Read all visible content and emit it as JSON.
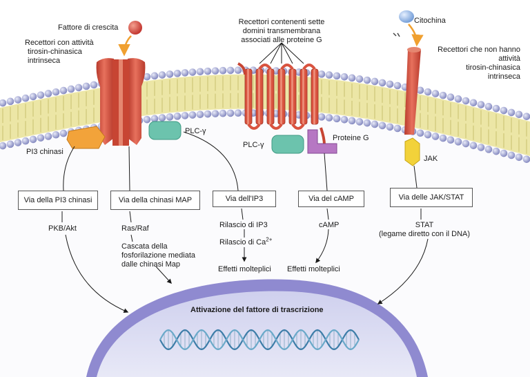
{
  "ligands": {
    "growth_factor": "Fattore di crescita",
    "cytokine": "Citochina"
  },
  "receptors": {
    "rtk": [
      "Recettori con attività",
      "tirosin-chinasica",
      "intrinseca"
    ],
    "gpcr": [
      "Recettori contenenti sette",
      "domini transmembrana",
      "associati alle proteine G"
    ],
    "cytokine_receptor": [
      "Recettori che non hanno",
      "attività",
      "tirosin-chinasica",
      "intrinseca"
    ]
  },
  "proteins": {
    "pi3k": "PI3 chinasi",
    "plc_gamma_left": "PLC-γ",
    "plc_gamma_right": "PLC-γ",
    "g_proteins": "Proteine G",
    "jak": "JAK"
  },
  "pathways": [
    {
      "label": "Via della PI3 chinasi",
      "mediators": [
        "PKB/Akt"
      ]
    },
    {
      "label": "Via della chinasi MAP",
      "mediators": [
        "Ras/Raf",
        "Cascata della",
        "fosforilazione mediata",
        "dalle chinasi Map"
      ]
    },
    {
      "label": "Via dell'IP3",
      "mediators": [
        "Rilascio di IP3",
        "Rilascio di Ca",
        "Effetti molteplici"
      ],
      "ca_superscript": "2+"
    },
    {
      "label": "Via del cAMP",
      "mediators": [
        "cAMP",
        "Effetti molteplici"
      ]
    },
    {
      "label": "Via delle JAK/STAT",
      "mediators": [
        "STAT",
        "(legame diretto con il DNA)"
      ]
    }
  ],
  "nucleus": {
    "label": "Attivazione del fattore di trascrizione"
  },
  "colors": {
    "receptor": "#d9533f",
    "membrane_head": "#8e93c6",
    "membrane_tail": "#ece6a6",
    "nucleus": "#8f8ad0",
    "pi3k": "#f2a33a",
    "plc": "#6cc3ad",
    "g_protein": "#b677c3",
    "jak": "#f2d23a",
    "cytokine": "#8fb6e6",
    "growth_factor": "#d8433a"
  }
}
